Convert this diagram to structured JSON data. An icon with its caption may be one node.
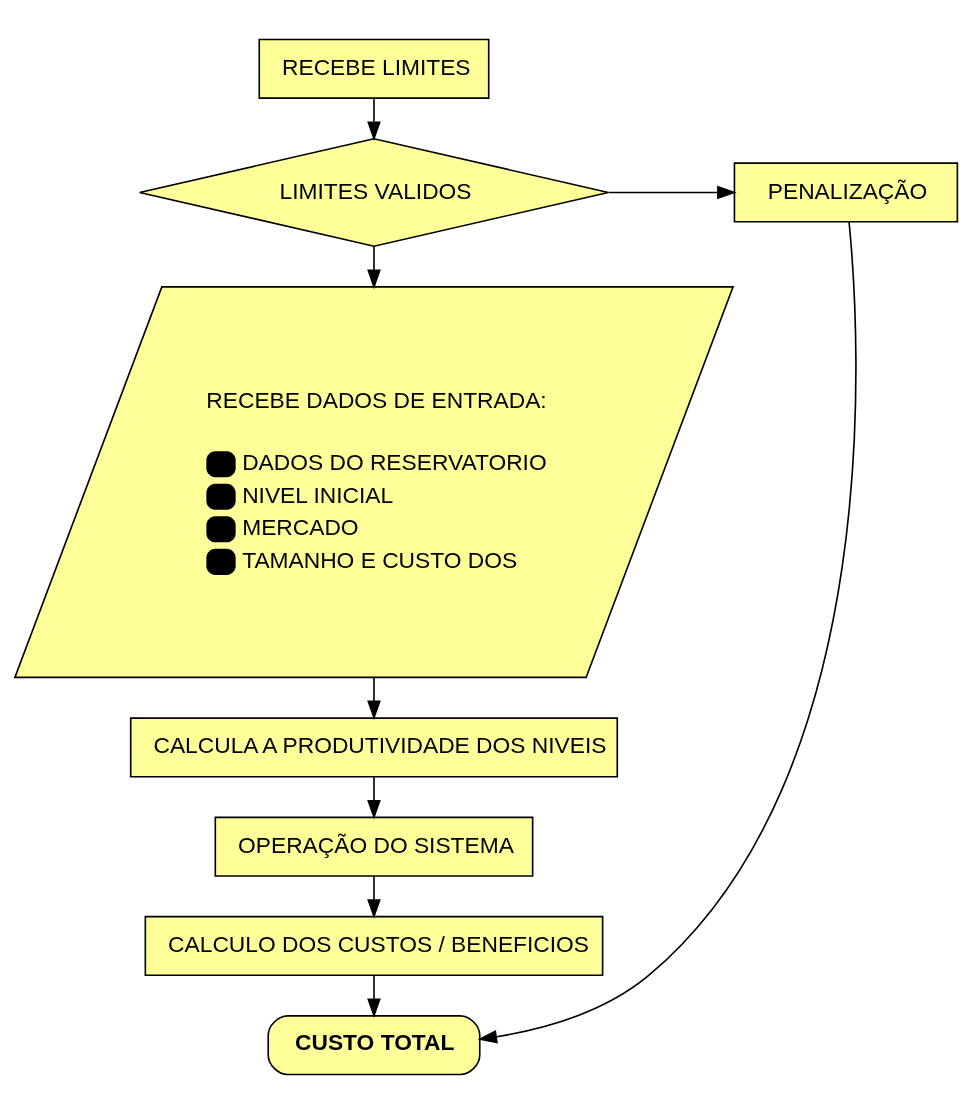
{
  "diagram": {
    "nodes": [
      {
        "text": [
          "RECEBE LIMITES"
        ]
      },
      {
        "text": [
          "LIMITES VALIDOS"
        ]
      },
      {
        "text": [
          "PENALIZAÇÃO"
        ]
      },
      {
        "text": [
          "RECEBE DADOS DE ENTRADA:",
          "DADOS DO RESERVATORIO",
          "NIVEL INICIAL",
          "MERCADO",
          "TAMANHO E CUSTO DOS"
        ]
      },
      {
        "text": [
          "CALCULA A PRODUTIVIDADE DOS NIVEIS"
        ]
      },
      {
        "text": [
          "OPERAÇÃO DO SISTEMA"
        ]
      },
      {
        "text": [
          "CALCULO DOS CUSTOS / BENEFICIOS"
        ]
      },
      {
        "text": [
          "CUSTO TOTAL"
        ]
      }
    ],
    "edges": [
      {
        "from": 0,
        "to": 1,
        "arrow": "to"
      },
      {
        "from": 1,
        "to": 2,
        "arrow": "to"
      },
      {
        "from": 1,
        "to": 3,
        "arrow": "to"
      },
      {
        "from": 3,
        "to": 4,
        "arrow": "to"
      },
      {
        "from": 4,
        "to": 5,
        "arrow": "to"
      },
      {
        "from": 5,
        "to": 6,
        "arrow": "to"
      },
      {
        "from": 6,
        "to": 7,
        "arrow": "to"
      },
      {
        "from": 2,
        "to": 7,
        "arrow": "to"
      }
    ]
  }
}
